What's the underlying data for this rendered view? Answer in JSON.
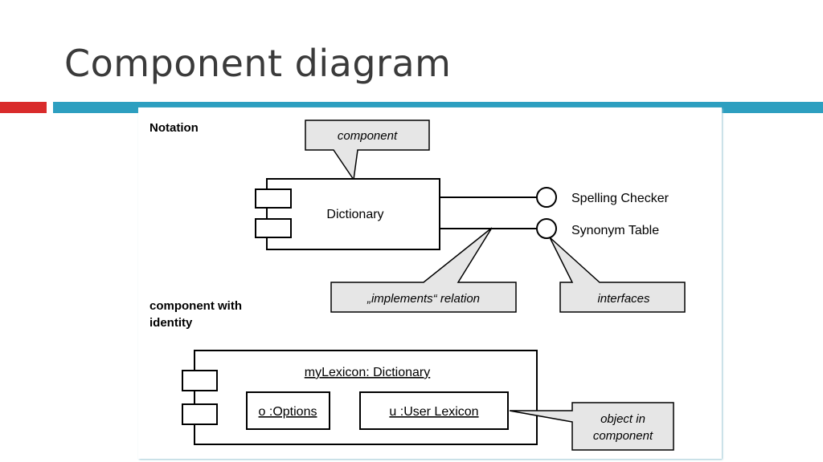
{
  "slide": {
    "title": "Component diagram",
    "accent_red": "#d92b2b",
    "accent_blue": "#2d9fc0"
  },
  "diagram": {
    "notation_label": "Notation",
    "identity_label_line1": "component with",
    "identity_label_line2": "identity",
    "callouts": {
      "component": "component",
      "implements": "„implements“ relation",
      "interfaces": "interfaces",
      "object_line1": "object in",
      "object_line2": "component"
    },
    "dictionary_component": "Dictionary",
    "interfaces": [
      "Spelling Checker",
      "Synonym Table"
    ],
    "identity_component": {
      "name": "myLexicon: Dictionary",
      "parts": [
        "o :Options",
        "u :User Lexicon"
      ]
    }
  }
}
